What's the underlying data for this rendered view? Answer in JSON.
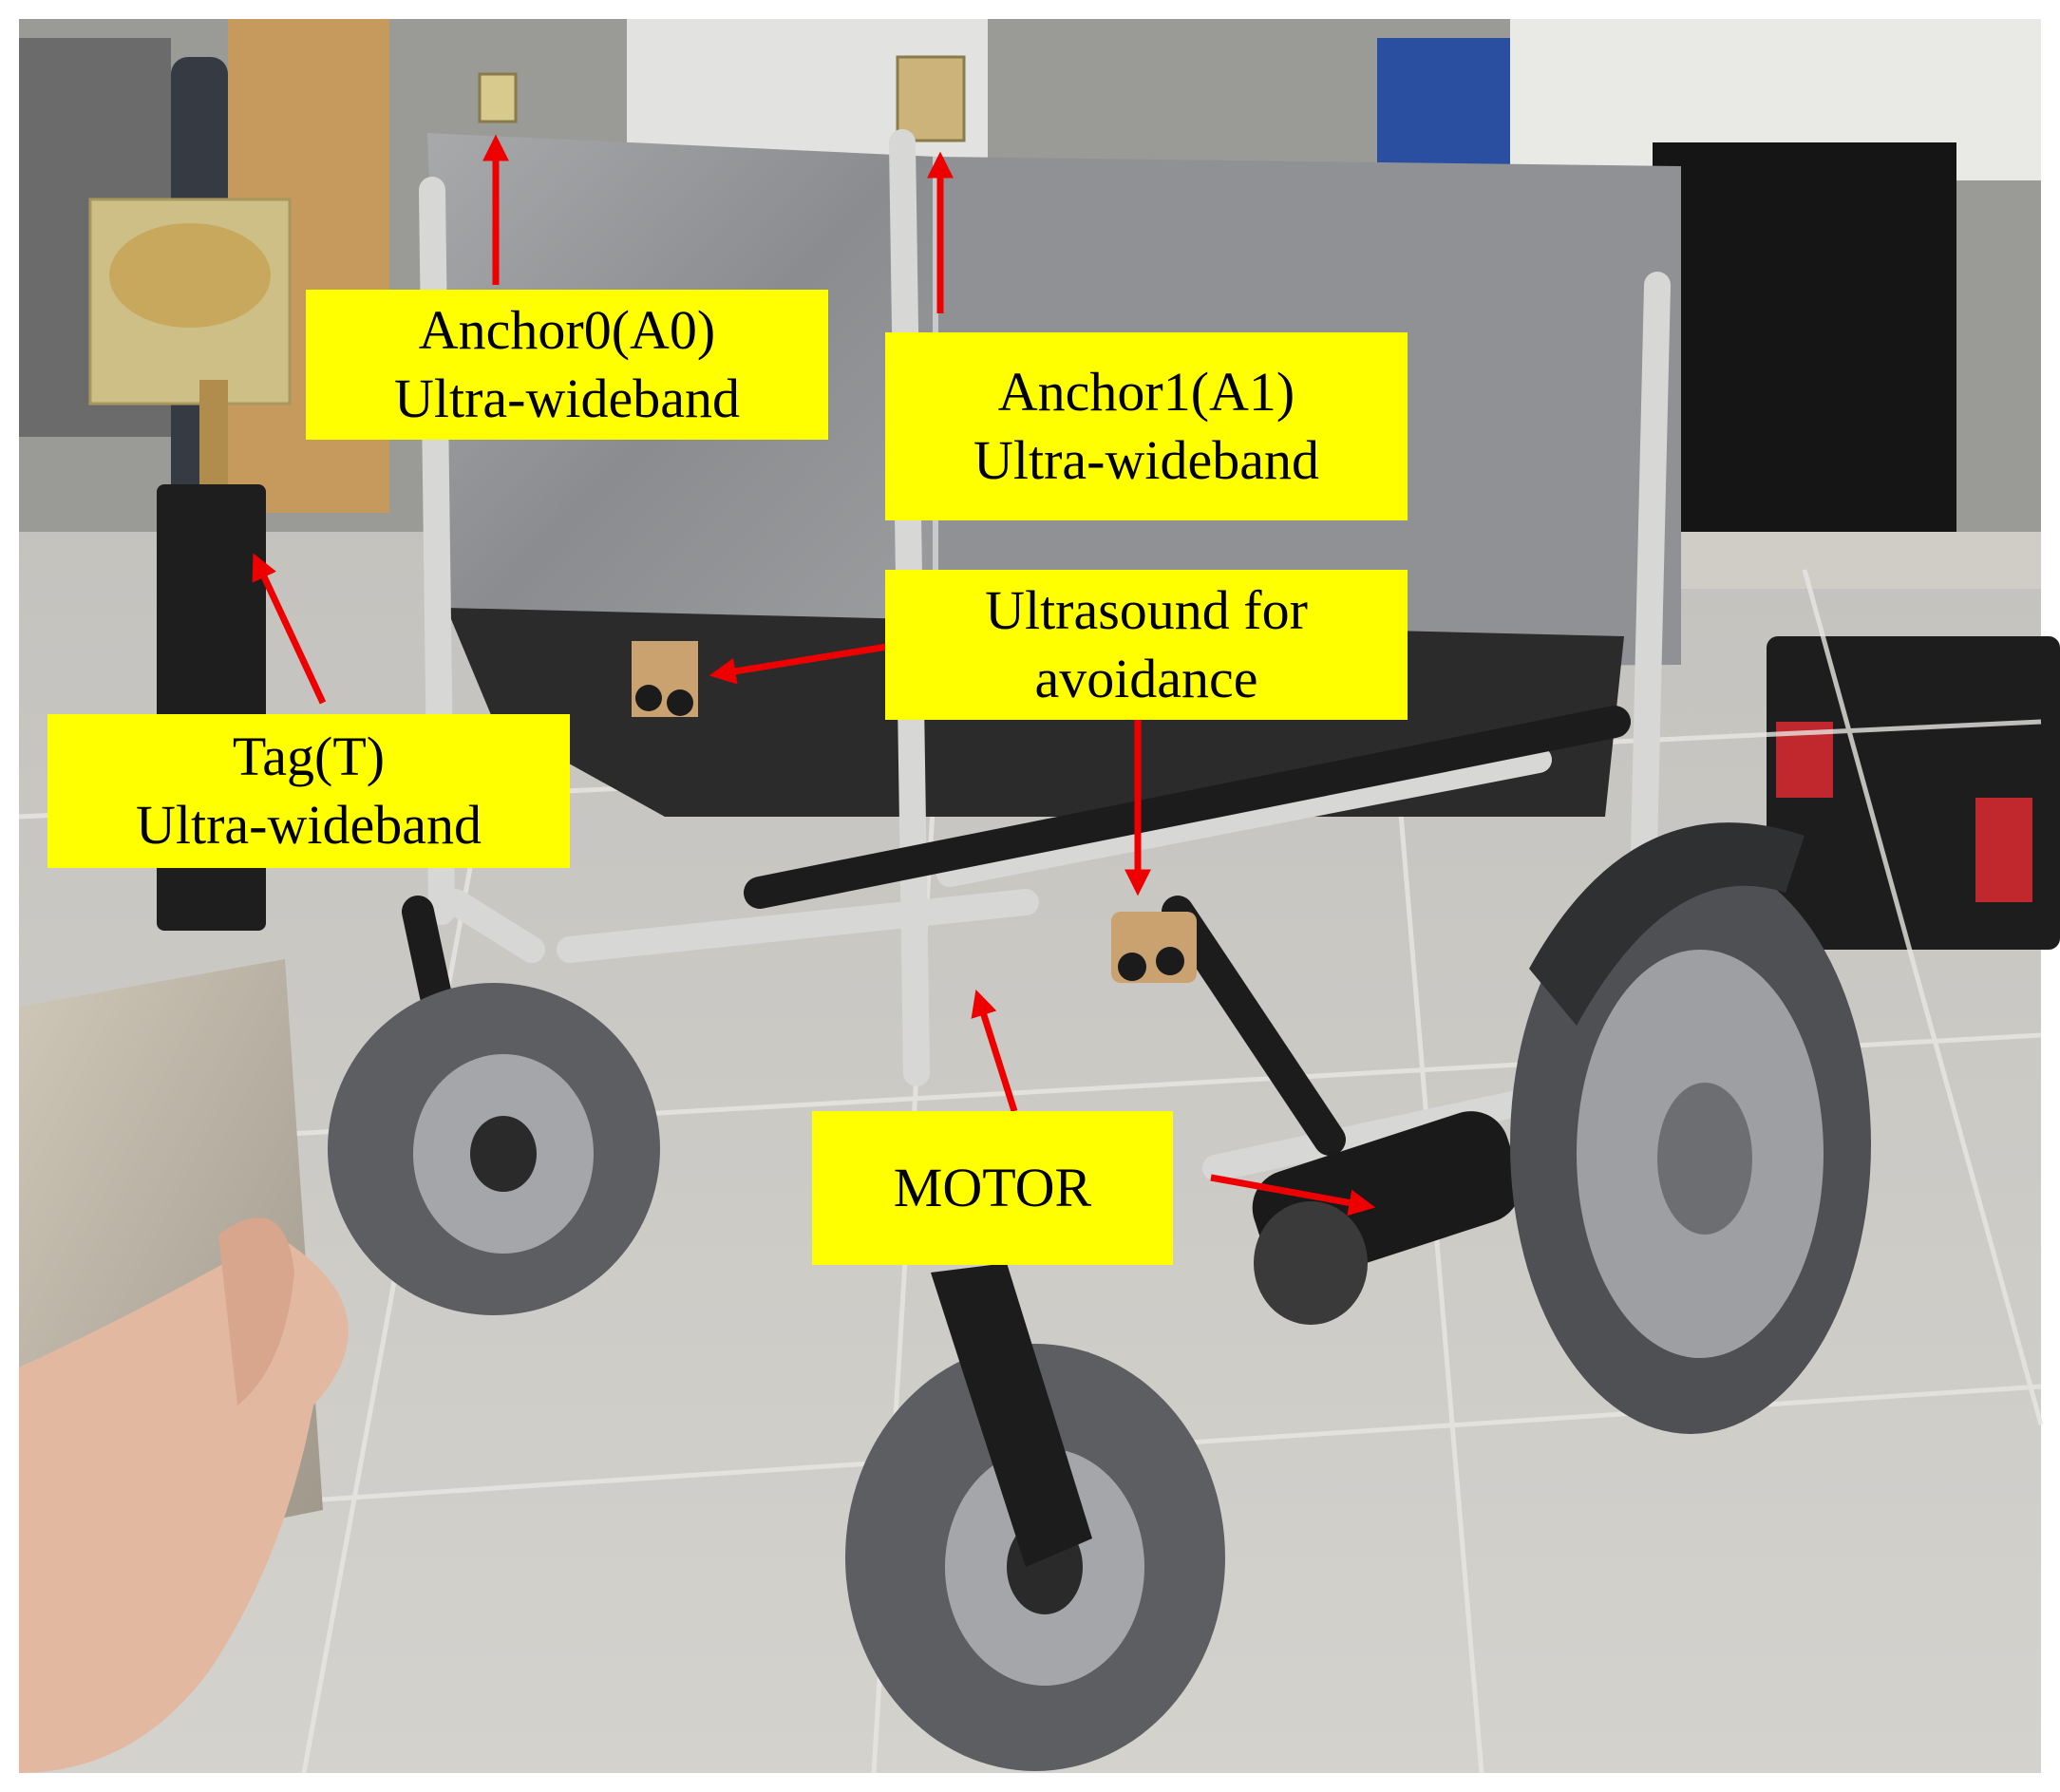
{
  "labels": {
    "anchor0": {
      "line1": "Anchor0(A0)",
      "line2": "Ultra-wideband"
    },
    "anchor1": {
      "line1": "Anchor1(A1)",
      "line2": "Ultra-wideband"
    },
    "ultrasound": {
      "line1": "Ultrasound for",
      "line2": "avoidance"
    },
    "tag": {
      "line1": "Tag(T)",
      "line2": "Ultra-wideband"
    },
    "motor": {
      "line1": "MOTOR"
    }
  },
  "colors": {
    "label_background": "#ffff00",
    "arrow": "#ee0000",
    "floor": "#c9c7c2",
    "metal_box": "#8e9092",
    "frame": "#d9d9d9",
    "tire": "#5f6063",
    "black_part": "#1c1c1c"
  },
  "icons": [
    "arrow-icon"
  ]
}
